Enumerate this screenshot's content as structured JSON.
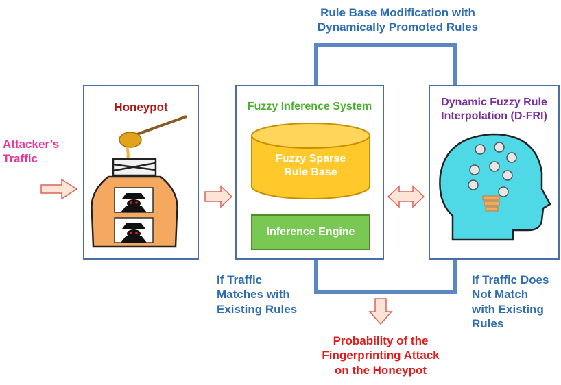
{
  "top_note": "Rule Base Modification with\nDynamically Promoted Rules",
  "input_label": "Attacker’s\nTraffic",
  "honeypot": {
    "title": "Honeypot"
  },
  "fis": {
    "title": "Fuzzy Inference System",
    "rule_base": "Fuzzy Sparse\nRule Base",
    "engine": "Inference  Engine"
  },
  "dfri": {
    "title": "Dynamic Fuzzy Rule\nInterpolation (D-FRI)"
  },
  "match_note": "If Traffic\nMatches with\nExisting Rules",
  "nomatch_note": "If Traffic Does\nNot Match\nwith Existing\nRules",
  "output_note": "Probability of the\nFingerprinting Attack\non the Honeypot",
  "colors": {
    "box_border": "#4a6fa5",
    "connector": "#5b87c5",
    "arrow_fill": "#fce4d6",
    "arrow_stroke": "#d9655a",
    "input_text": "#e8379a",
    "honeypot_text": "#b01818",
    "fis_text": "#4caf2f",
    "dfri_text": "#7a2fa0",
    "note_text": "#2e6db4",
    "output_text": "#e31b1b",
    "cylinder": "#ffc92b",
    "engine": "#79c853",
    "head": "#4fd8e6"
  }
}
